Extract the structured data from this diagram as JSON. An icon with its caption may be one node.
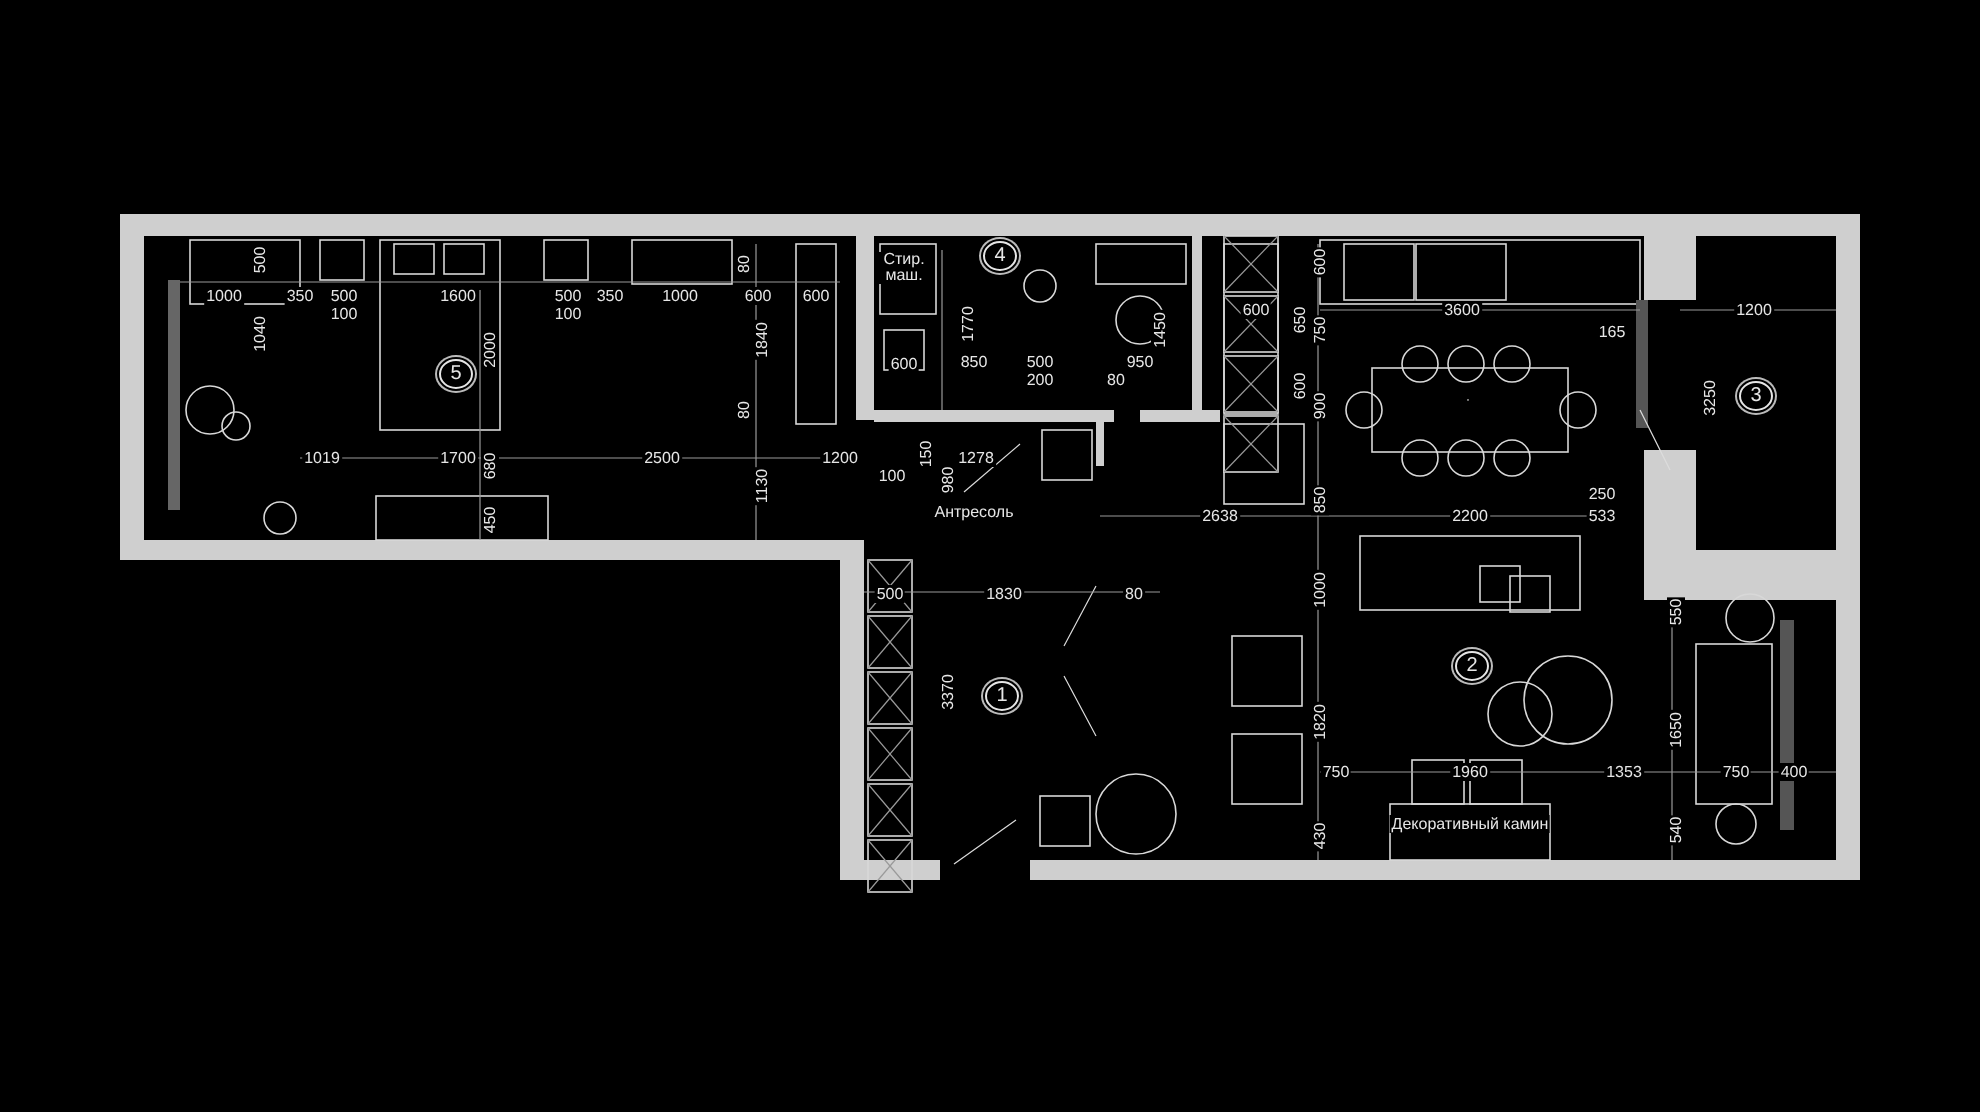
{
  "diagram": {
    "labels": [
      "500",
      "1000",
      "350",
      "500",
      "1600",
      "500",
      "350",
      "1000",
      "80",
      "600",
      "600",
      "100",
      "100",
      "1040",
      "2000",
      "1840",
      "5",
      "80",
      "1019",
      "1700",
      "2500",
      "1200",
      "680",
      "1130",
      "450",
      "Стир. маш.",
      "4",
      "1770",
      "1450",
      "600",
      "850",
      "500",
      "950",
      "200",
      "80",
      "150",
      "1278",
      "100",
      "980",
      "Антресоль",
      "2638",
      "600",
      "600",
      "3600",
      "650",
      "750",
      "165",
      "600",
      "900",
      "850",
      "2200",
      "250",
      "533",
      "1200",
      "3250",
      "3",
      "500",
      "1830",
      "80",
      "3370",
      "1",
      "1000",
      "550",
      "2",
      "1820",
      "1650",
      "750",
      "1960",
      "1353",
      "750",
      "400",
      "430",
      "Декоративный камин",
      "540"
    ]
  }
}
